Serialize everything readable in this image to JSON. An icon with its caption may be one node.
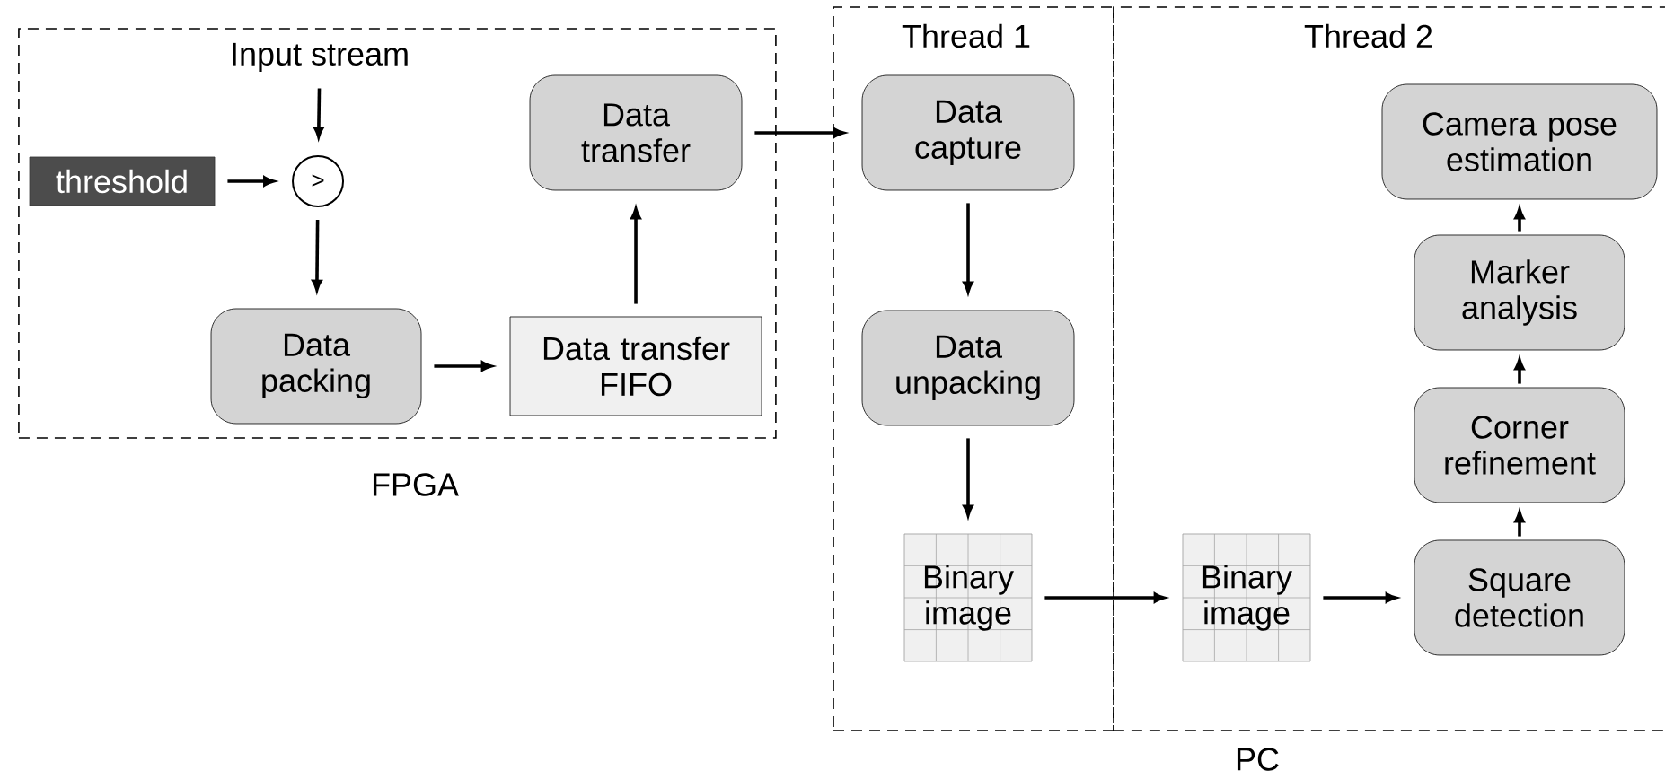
{
  "diagram": {
    "nodes": [
      {
        "text": [
          "FPGA"
        ]
      },
      {
        "text": [
          "Input stream"
        ],
        "in": 0
      },
      {
        "text": [
          "threshold"
        ],
        "in": 0
      },
      {
        "text": [
          ">"
        ],
        "in": 0
      },
      {
        "text": [
          "Data packing"
        ],
        "in": 0
      },
      {
        "text": [
          "Data transfer FIFO"
        ],
        "in": 0
      },
      {
        "text": [
          "Data transfer"
        ],
        "in": 0
      },
      {
        "text": [
          "Thread 1"
        ]
      },
      {
        "text": [
          "Data capture"
        ],
        "in": 7
      },
      {
        "text": [
          "Data unpacking"
        ],
        "in": 7
      },
      {
        "text": [
          "Binary image"
        ],
        "in": 7
      },
      {
        "text": [
          "Thread 2"
        ]
      },
      {
        "text": [
          "Binary image"
        ],
        "in": 11
      },
      {
        "text": [
          "Square detection"
        ],
        "in": 11
      },
      {
        "text": [
          "Corner refinement"
        ],
        "in": 11
      },
      {
        "text": [
          "Marker analysis"
        ],
        "in": 11
      },
      {
        "text": [
          "Camera pose estimation"
        ],
        "in": 11
      }
    ],
    "edges": [
      {
        "from": 1,
        "to": 3,
        "arrow": "to"
      },
      {
        "from": 2,
        "to": 3,
        "arrow": "to"
      },
      {
        "from": 3,
        "to": 4,
        "arrow": "to"
      },
      {
        "from": 4,
        "to": 5,
        "arrow": "to"
      },
      {
        "from": 5,
        "to": 6,
        "arrow": "to"
      },
      {
        "from": 6,
        "to": 8,
        "arrow": "to"
      },
      {
        "from": 8,
        "to": 9,
        "arrow": "to"
      },
      {
        "from": 9,
        "to": 10,
        "arrow": "to"
      },
      {
        "from": 10,
        "to": 12,
        "arrow": "to"
      },
      {
        "from": 12,
        "to": 13,
        "arrow": "to"
      },
      {
        "from": 13,
        "to": 14,
        "arrow": "to"
      },
      {
        "from": 14,
        "to": 15,
        "arrow": "to"
      },
      {
        "from": 15,
        "to": 16,
        "arrow": "to"
      }
    ],
    "labels": [
      "PC"
    ]
  }
}
